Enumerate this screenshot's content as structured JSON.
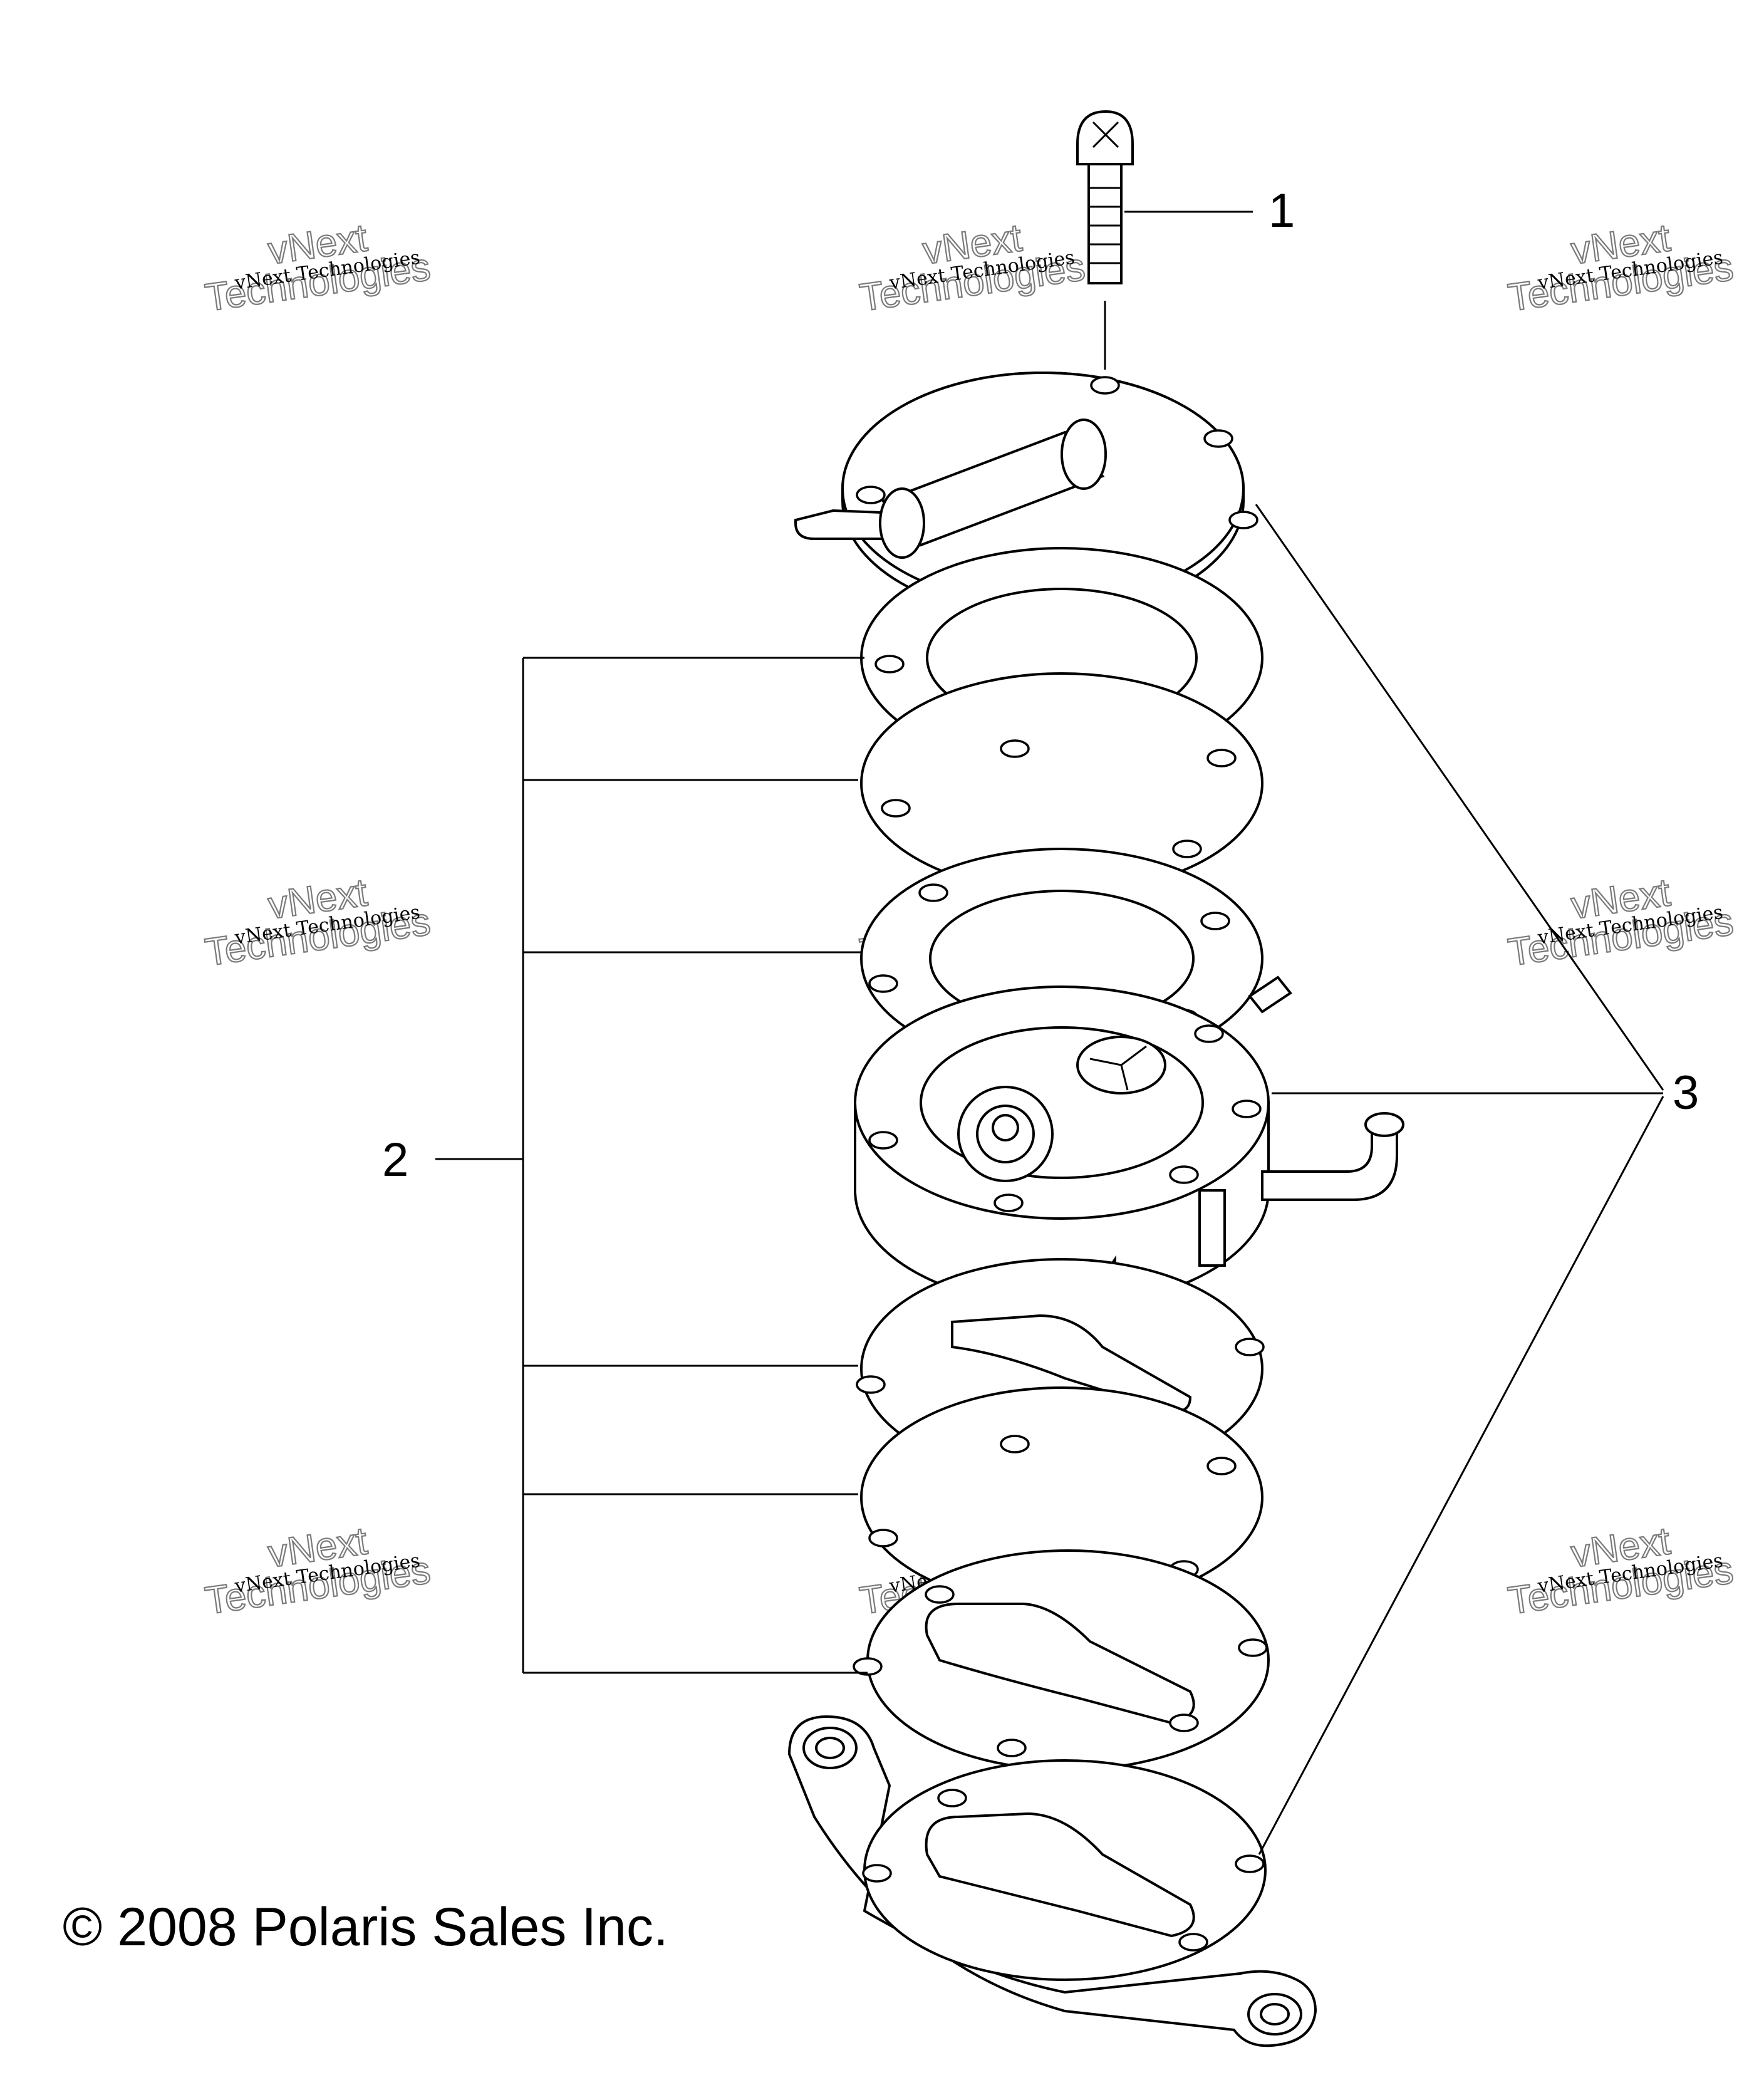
{
  "callouts": [
    {
      "id": "1",
      "label": "1"
    },
    {
      "id": "2",
      "label": "2"
    },
    {
      "id": "3",
      "label": "3"
    }
  ],
  "copyright": "© 2008 Polaris Sales Inc.",
  "watermark": {
    "line_small": "vNext Technologies",
    "line_big_top": "vNext",
    "line_big_bottom": "Technologies"
  },
  "colors": {
    "line": "#000000",
    "background": "#ffffff",
    "watermark_outline": "#7a7a7a"
  }
}
